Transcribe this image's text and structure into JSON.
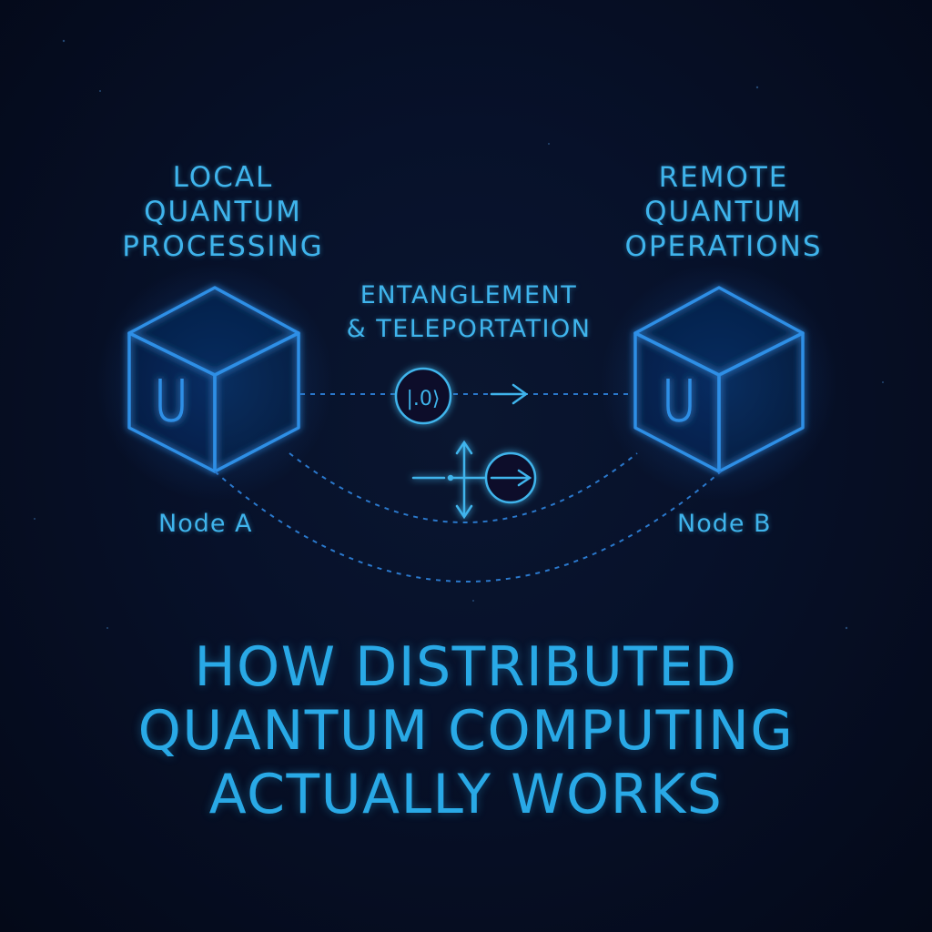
{
  "labels": {
    "local": [
      "LOCAL",
      "QUANTUM",
      "PROCESSING"
    ],
    "remote": [
      "REMOTE",
      "QUANTUM",
      "OPERATIONS"
    ],
    "entanglement": [
      "ENTANGLEMENT",
      "& TELEPORTATION"
    ],
    "qubit_symbol": "|.0⟩",
    "node_a": "Node A",
    "node_b": "Node B",
    "cube_glyph": "U"
  },
  "title": [
    "HOW DISTRIBUTED",
    "QUANTUM COMPUTING",
    "ACTUALLY WORKS"
  ],
  "colors": {
    "background": "#050b1c",
    "accent": "#3fb4ec",
    "title": "#29a9e6"
  },
  "icons": [
    "cube-icon",
    "qubit-circle-icon",
    "arrow-right-icon",
    "bloch-vector-icon"
  ]
}
